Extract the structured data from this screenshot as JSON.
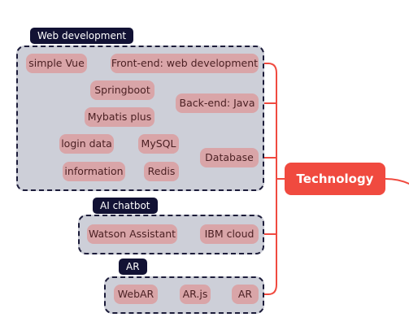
{
  "root": {
    "label": "Technology"
  },
  "groups": {
    "web": {
      "tag": "Web development"
    },
    "chatbot": {
      "tag": "AI chatbot"
    },
    "ar": {
      "tag": "AR"
    }
  },
  "nodes": {
    "simple_vue": "simple Vue",
    "frontend": "Front-end: web development",
    "springboot": "Springboot",
    "mybatis": "Mybatis plus",
    "backend": "Back-end: Java",
    "login_data": "login data",
    "mysql": "MySQL",
    "information": "information",
    "redis": "Redis",
    "database": "Database",
    "watson": "Watson Assistant",
    "ibm_cloud": "IBM cloud",
    "webar": "WebAR",
    "arjs": "AR.js",
    "ar": "AR"
  },
  "colors": {
    "connector": "#f04a3f",
    "node_fill": "#d9a5a8",
    "group_fill": "#cdcfd8",
    "group_border": "#1c1c3a",
    "tag_fill": "#121234",
    "root_fill": "#f04a3f"
  }
}
